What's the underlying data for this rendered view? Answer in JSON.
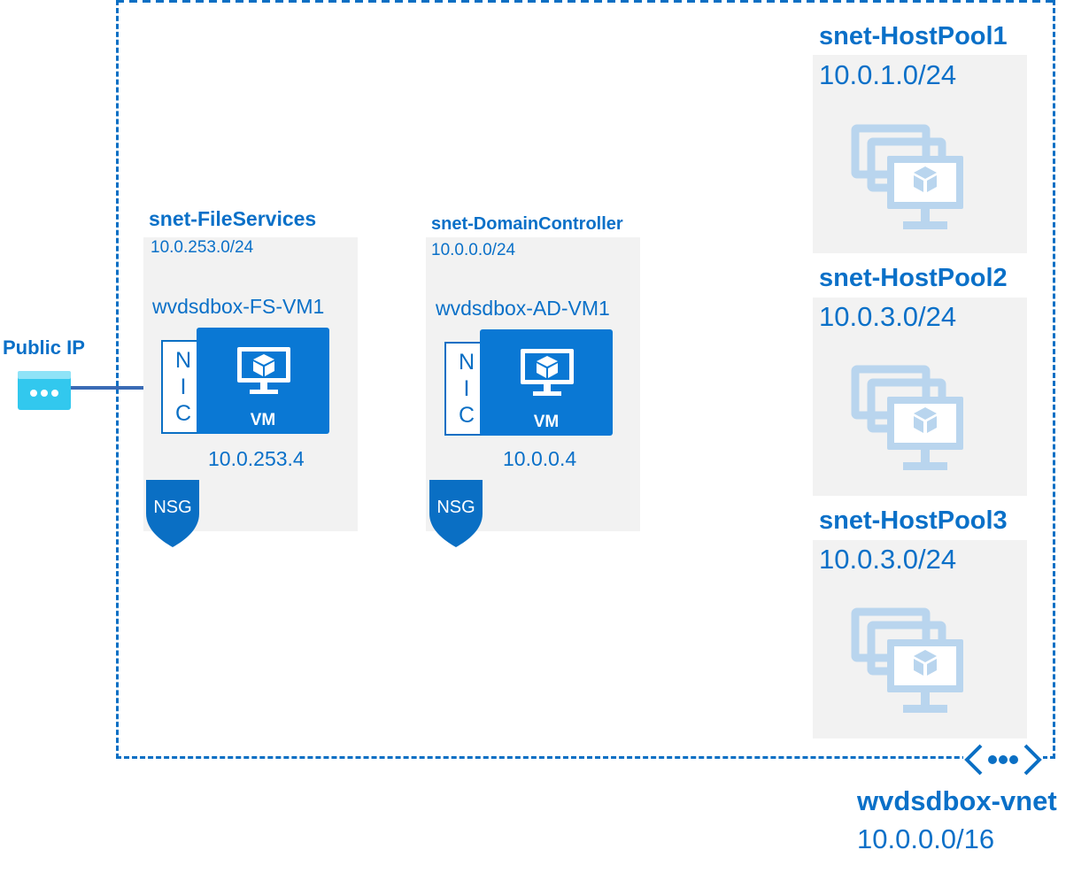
{
  "public_ip": {
    "label": "Public IP"
  },
  "vnet": {
    "name": "wvdsdbox-vnet",
    "cidr": "10.0.0.0/16"
  },
  "file_services": {
    "subnet_name": "snet-FileServices",
    "subnet_cidr": "10.0.253.0/24",
    "vm_name": "wvdsdbox-FS-VM1",
    "nic_letters": [
      "N",
      "I",
      "C"
    ],
    "vm_label": "VM",
    "ip": "10.0.253.4",
    "nsg_label": "NSG"
  },
  "domain_controller": {
    "subnet_name": "snet-DomainController",
    "subnet_cidr": "10.0.0.0/24",
    "vm_name": "wvdsdbox-AD-VM1",
    "nic_letters": [
      "N",
      "I",
      "C"
    ],
    "vm_label": "VM",
    "ip": "10.0.0.4",
    "nsg_label": "NSG"
  },
  "host_pools": [
    {
      "name": "snet-HostPool1",
      "cidr": "10.0.1.0/24"
    },
    {
      "name": "snet-HostPool2",
      "cidr": "10.0.3.0/24"
    },
    {
      "name": "snet-HostPool3",
      "cidr": "10.0.3.0/24"
    }
  ],
  "colors": {
    "accent": "#0a70c8",
    "vm_fill": "#0a78d4",
    "panel": "#f2f2f2",
    "vm_faded": "#b9d5ee",
    "public_ip": "#32c8ee"
  }
}
